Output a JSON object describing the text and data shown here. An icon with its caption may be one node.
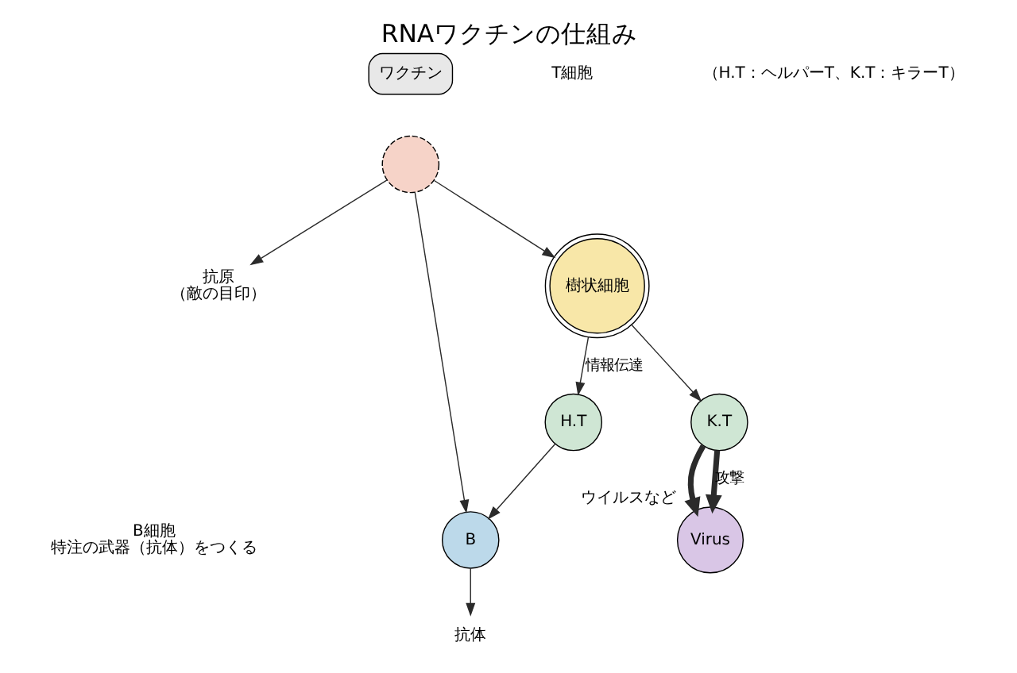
{
  "diagram": {
    "title": "RNAワクチンの仕組み",
    "nodes": [
      {
        "text": [
          "ワクチン"
        ]
      },
      {
        "text": [],
        "shape": "circle"
      },
      {
        "text": [
          "抗原",
          "（敵の目印）"
        ]
      },
      {
        "text": [
          "樹状細胞"
        ]
      },
      {
        "text": [
          "H.T"
        ]
      },
      {
        "text": [
          "K.T"
        ]
      },
      {
        "text": [
          "B"
        ],
        "beside": [
          "B細胞",
          "特注の武器（抗体）をつくる"
        ]
      },
      {
        "text": [
          "抗体"
        ]
      },
      {
        "text": [
          "Virus"
        ],
        "beside": [
          "ウイルスなど"
        ]
      }
    ],
    "edges": [
      {
        "from": 1,
        "to": 2,
        "arrow": "to"
      },
      {
        "from": 1,
        "to": 3,
        "arrow": "to"
      },
      {
        "from": 1,
        "to": 6,
        "arrow": "to"
      },
      {
        "from": 3,
        "to": 4,
        "arrow": "to",
        "label": "情報伝達"
      },
      {
        "from": 3,
        "to": 5,
        "arrow": "to"
      },
      {
        "from": 4,
        "to": 6,
        "arrow": "to"
      },
      {
        "from": 6,
        "to": 7,
        "arrow": "to"
      },
      {
        "from": 5,
        "to": 8,
        "arrow": "to",
        "style": "thick",
        "label": "攻撃"
      },
      {
        "from": 5,
        "to": 8,
        "arrow": "to",
        "style": "thick"
      }
    ],
    "labels": [
      "T細胞",
      "（H.T：ヘルパーT、K.T：キラーT）"
    ]
  }
}
